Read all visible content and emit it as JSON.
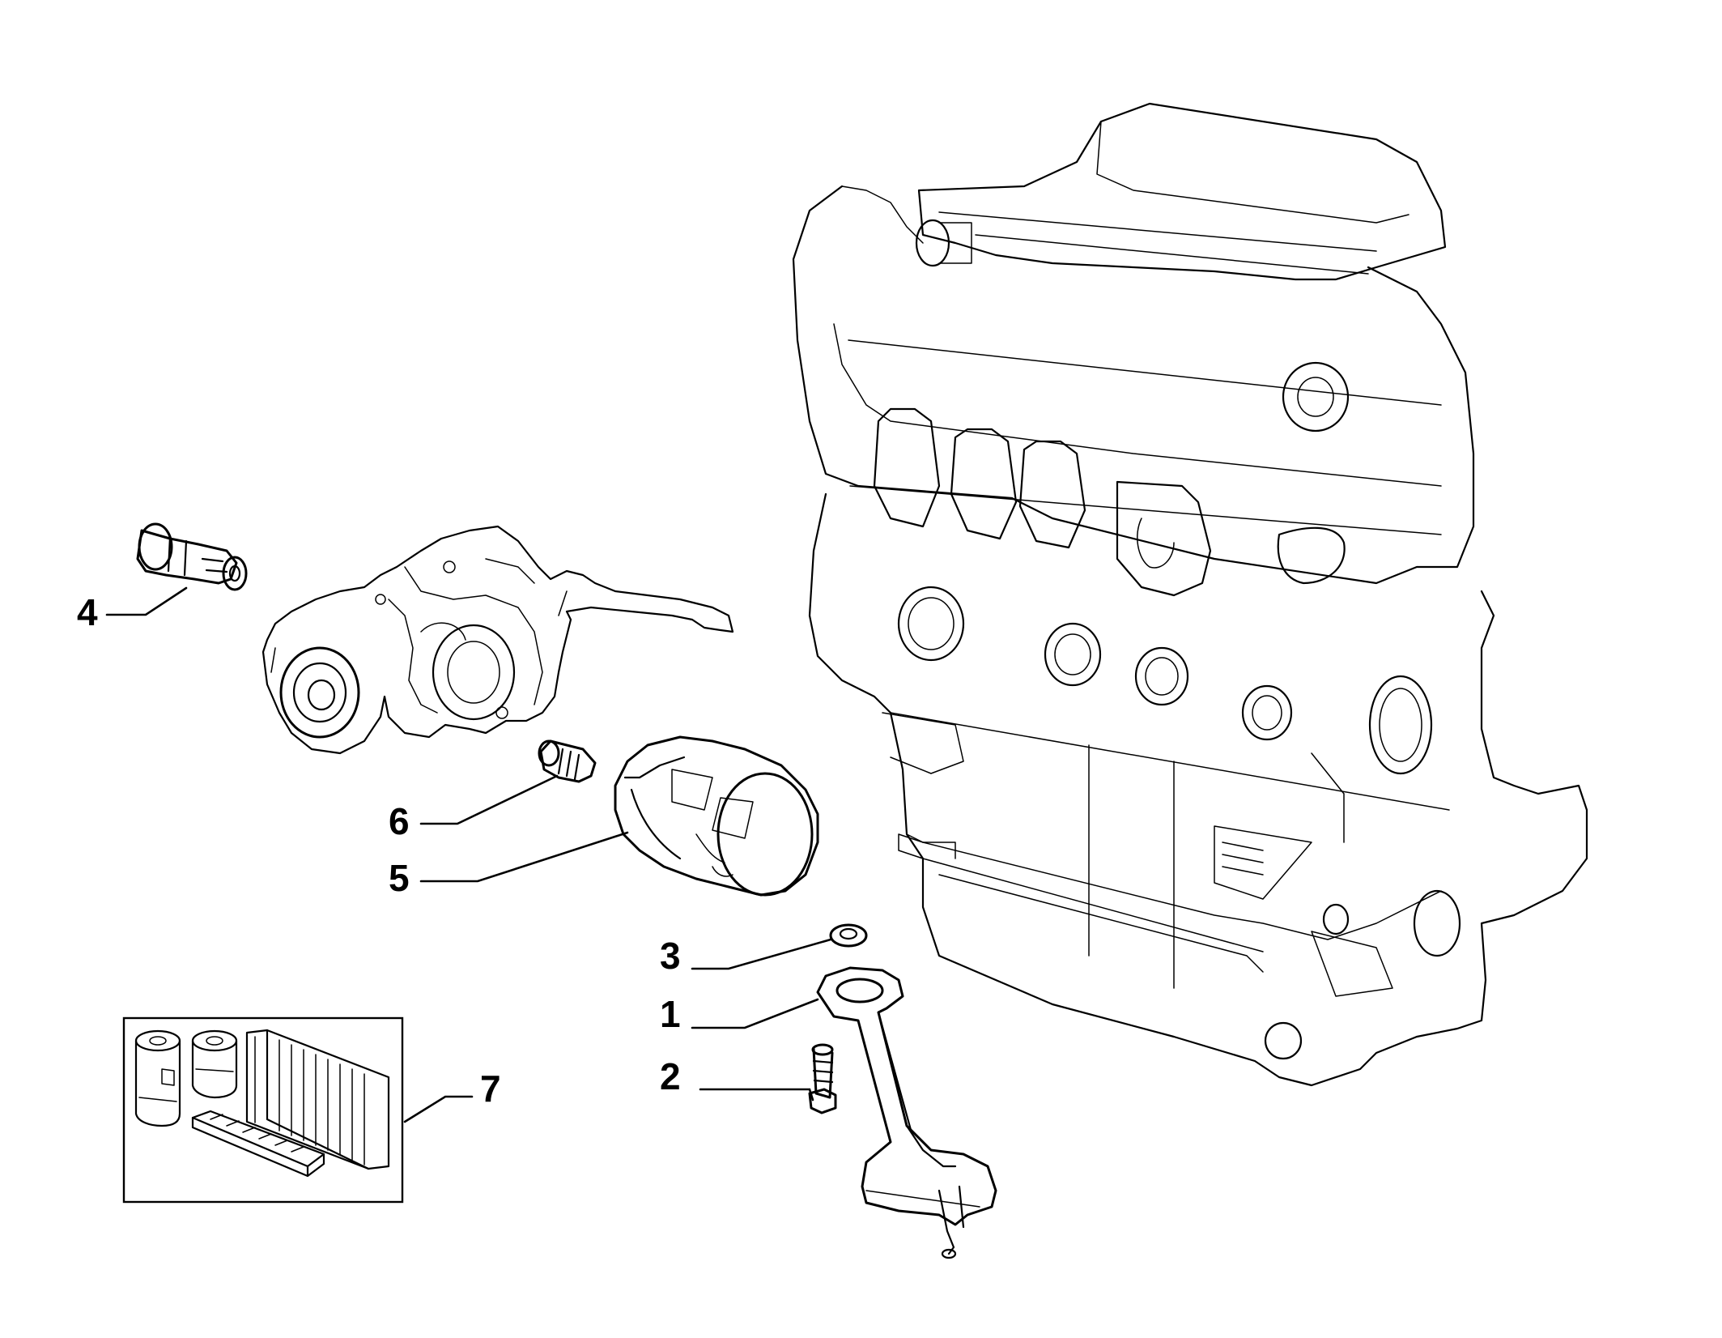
{
  "diagram": {
    "callouts": [
      {
        "id": "1",
        "label": "1"
      },
      {
        "id": "2",
        "label": "2"
      },
      {
        "id": "3",
        "label": "3"
      },
      {
        "id": "4",
        "label": "4"
      },
      {
        "id": "5",
        "label": "5"
      },
      {
        "id": "6",
        "label": "6"
      },
      {
        "id": "7",
        "label": "7"
      }
    ],
    "line_color": "#000000",
    "background": "#ffffff"
  }
}
